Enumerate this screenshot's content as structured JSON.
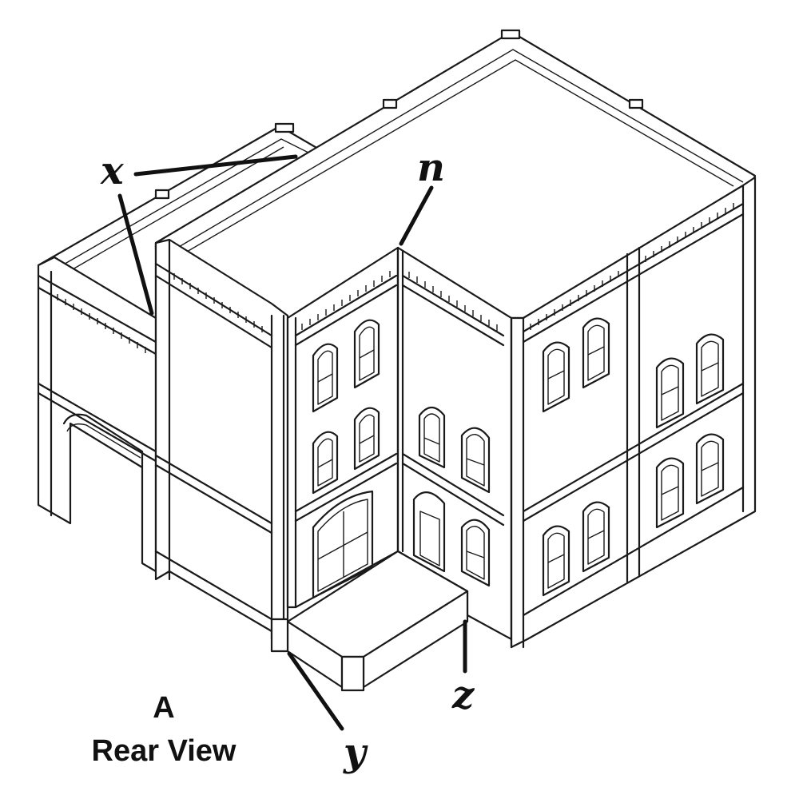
{
  "figure": {
    "view_letter": "A",
    "view_name": "Rear View"
  },
  "callouts": {
    "x": "x",
    "n": "n",
    "y": "y",
    "z": "z"
  },
  "colors": {
    "ink": "#1a1a1a",
    "paper": "#ffffff"
  }
}
